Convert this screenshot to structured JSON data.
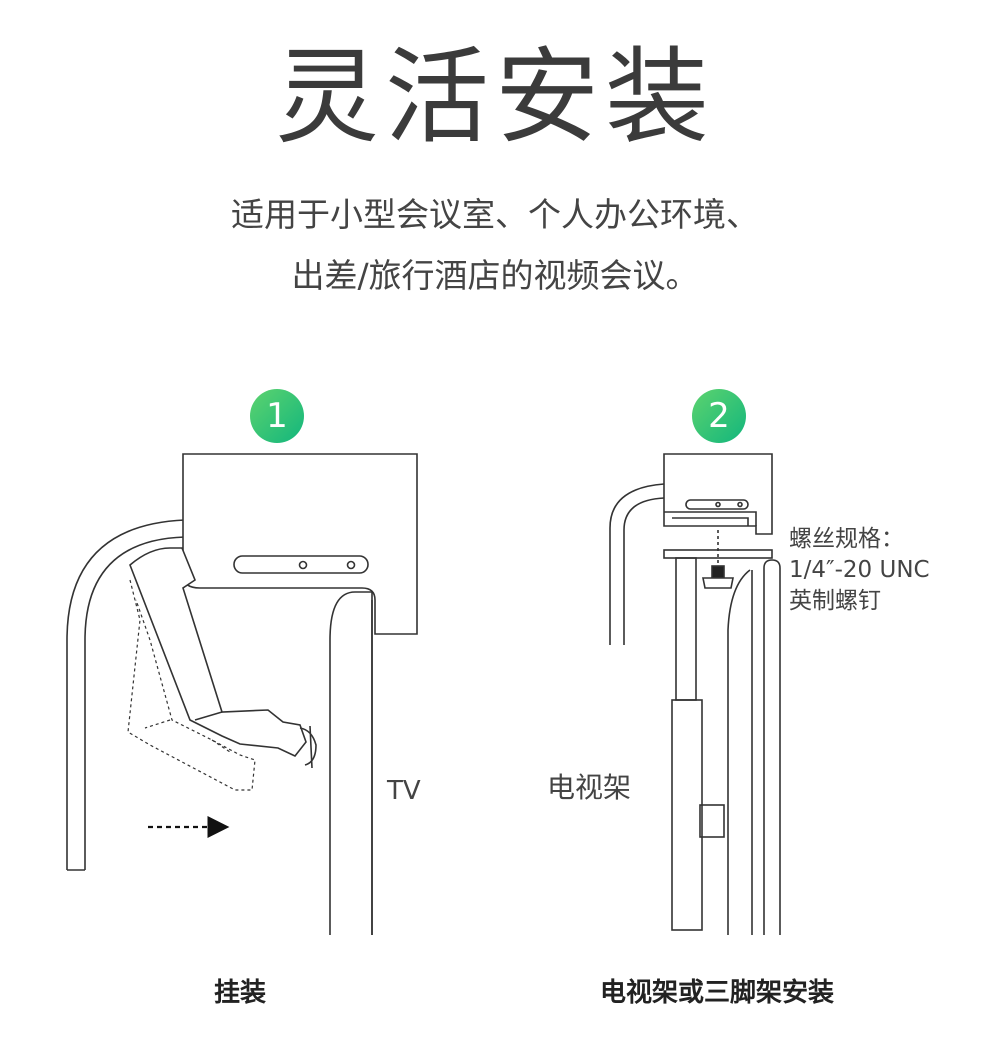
{
  "header": {
    "title": "灵活安装",
    "subtitle_line1": "适用于小型会议室、个人办公环境、",
    "subtitle_line2": "出差/旅行酒店的视频会议。"
  },
  "method1": {
    "step": "1",
    "tv_label": "TV",
    "caption": "挂装"
  },
  "method2": {
    "step": "2",
    "stand_label": "电视架",
    "spec_line1": "螺丝规格：",
    "spec_line2": "1/4″-20 UNC",
    "spec_line3": "英制螺钉",
    "caption": "电视架或三脚架安装"
  },
  "colors": {
    "badge_start": "#5dd36e",
    "badge_end": "#12b67d",
    "line": "#333333"
  }
}
